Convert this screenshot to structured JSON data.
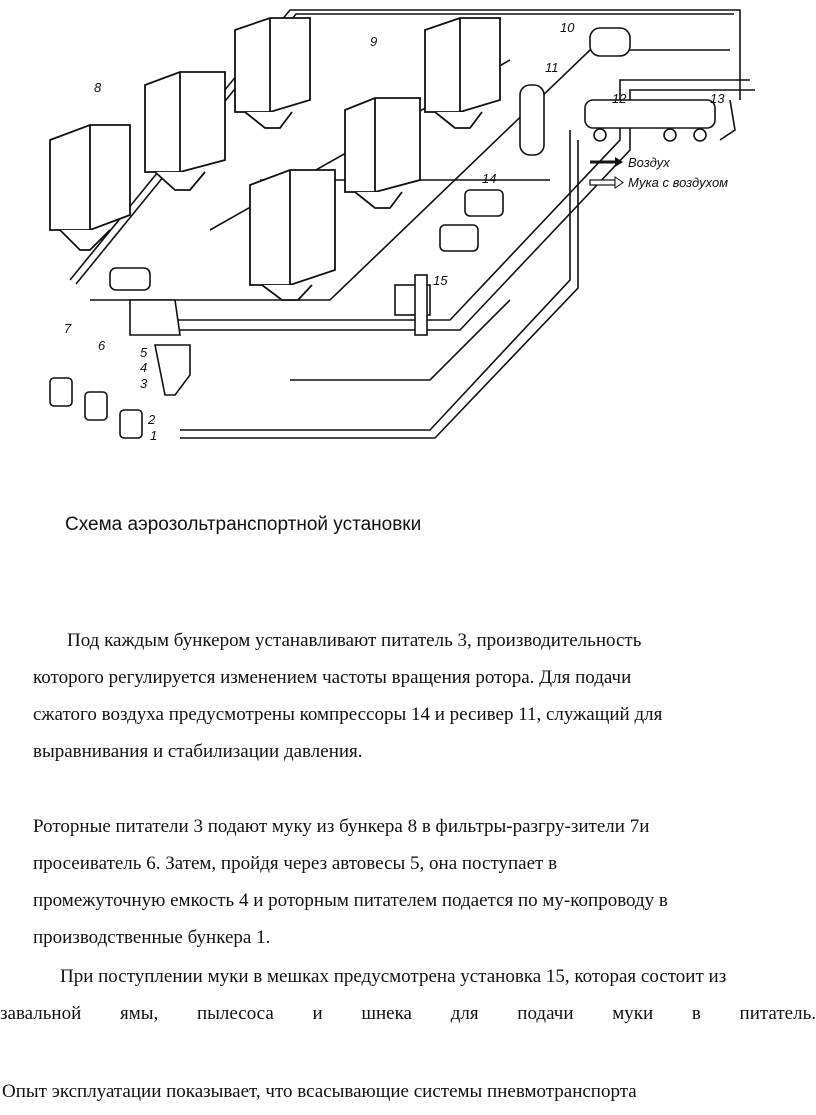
{
  "figure": {
    "callouts": [
      "1",
      "2",
      "3",
      "4",
      "5",
      "6",
      "7",
      "8",
      "9",
      "10",
      "11",
      "12",
      "13",
      "14",
      "15"
    ],
    "legend": {
      "air": "Воздух",
      "flour_air": "Мука с воздухом"
    }
  },
  "caption": "Схема аэрозольтранспортной установки",
  "paragraphs": {
    "p1_l1": "Под каждым бункером устанавливают питатель 3, производительность",
    "p1_l2": "которого регулируется изменением частоты вращения ротора. Для подачи",
    "p1_l3": "сжатого воздуха предусмотрены компрессоры 14 и ресивер 11, служащий для",
    "p1_l4": "выравнивания и стабилизации давления.",
    "p2_l1": "Роторные питатели 3 подают муку из бункера 8 в фильтры-разгру-зители 7и",
    "p2_l2": "просеиватель 6. Затем, пройдя через автовесы 5, она поступает в",
    "p2_l3": "промежуточную емкость 4 и роторным питателем подается по му-копроводу в",
    "p2_l4": "производственные бункера 1.",
    "p3_l1": "При поступлении муки в мешках предусмотрена установка 15, которая состоит из",
    "p3_l2": "завальной ямы, пылесоса и шнека для подачи муки в питатель.",
    "p4_l1": "Опыт эксплуатации показывает, что всасывающие системы пневмотранспорта"
  }
}
